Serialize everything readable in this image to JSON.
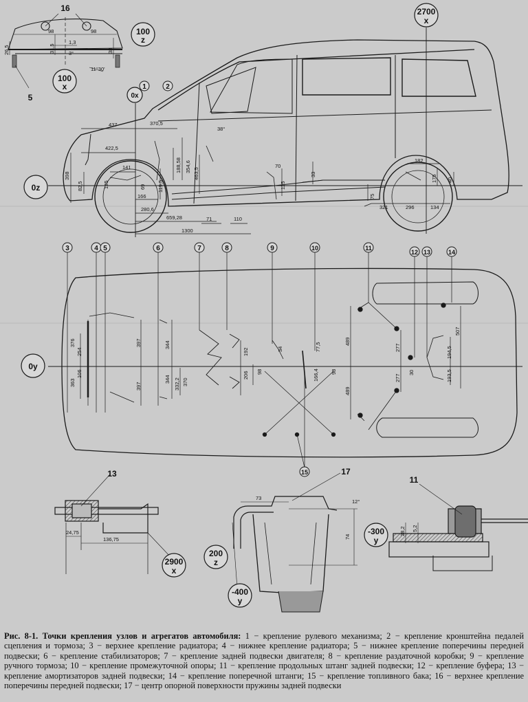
{
  "caption": {
    "title": "Рис. 8-1. Точки крепления узлов и агрегатов автомобиля:",
    "text": "1 − крепление рулевого механизма; 2 − крепление кронштейна педалей сцепления и тормоза; 3 − верхнее крепление радиатора; 4 − нижнее крепление радиатора; 5 − нижнее крепление поперечины передней подвески; 6 − крепление стабилизаторов; 7 − крепление задней подвески двигателя; 8 − крепление раздаточной коробки; 9 − крепление ручного тормоза; 10 − крепление промежуточной опоры; 11 − крепление продольных штанг задней подвески; 12 − крепление буфера; 13 − крепление амортизаторов задней подвески; 14 − крепление поперечной штанги; 15 − крепление топливного бака; 16 − верхнее крепление поперечины передней подвески; 17 − центр опорной поверхности пружины задней подвески"
  },
  "coords": {
    "x2700": {
      "value": "2700",
      "axis": "x"
    },
    "z100": {
      "value": "100",
      "axis": "z"
    },
    "x100": {
      "value": "100",
      "axis": "x"
    },
    "ox": {
      "value": "0x"
    },
    "oz": {
      "value": "0z"
    },
    "oy": {
      "value": "0y"
    },
    "x2900": {
      "value": "2900",
      "axis": "x"
    },
    "z200": {
      "value": "200",
      "axis": "z"
    },
    "y400": {
      "value": "-400",
      "axis": "y"
    },
    "y300": {
      "value": "-300",
      "axis": "y"
    }
  },
  "callouts": {
    "c1": "1",
    "c2": "2",
    "c3": "3",
    "c4": "4",
    "c5": "5",
    "c6": "6",
    "c7": "7",
    "c8": "8",
    "c9": "9",
    "c10": "10",
    "c11": "11",
    "c12": "12",
    "c13": "13",
    "c14": "14",
    "c15": "15",
    "c16": "16",
    "c5b": "5",
    "c13b": "13",
    "c17": "17",
    "c11b": "11"
  },
  "dims_side": {
    "d437": "437",
    "d370_5": "370,5",
    "d422_5": "422,5",
    "d141": "141",
    "d398": "398",
    "d82_5": "82,5",
    "d125": "125",
    "d69": "69",
    "d166": "166",
    "d280_6": "280,6",
    "d659_28": "659,28",
    "d1300": "1300",
    "d119_5": "119,5",
    "d188_58": "188,58",
    "d354_6": "354,6",
    "d463_5": "463,5",
    "d38": "38°",
    "d71": "71",
    "d110": "110",
    "d70": "70",
    "d33": "33",
    "d125b": "125",
    "d75": "75",
    "d321": "321",
    "d296": "296",
    "d134": "134",
    "d182": "182",
    "d175": "175",
    "d40": "40"
  },
  "dims_plan": {
    "p376": "376",
    "p254": "254",
    "p106": "106",
    "p363": "363",
    "p397a": "397",
    "p397b": "397",
    "p344a": "344",
    "p344b": "344",
    "p332_2": "332,2",
    "p370": "370",
    "p192": "192",
    "p206": "206",
    "p98a": "98",
    "p34": "34",
    "p77_5": "77,5",
    "p166_4": "166,4",
    "p98b": "98",
    "p489a": "489",
    "p489b": "489",
    "p277a": "277",
    "p277b": "277",
    "p30": "30",
    "p507": "507",
    "p194_5": "194,5",
    "p193_5": "193,5"
  },
  "dims_detail": {
    "t98a": "98",
    "t98b": "98",
    "t1_3": "1,3",
    "t26_5": "26,5",
    "t31_5": "31,5",
    "t3": "3°",
    "t38": "38",
    "t11_30": "11°30'",
    "b24_75": "24,75",
    "b136_75": "136,75",
    "s73": "73",
    "s12": "12°",
    "s74": "74",
    "r28_2": "28,2",
    "r5_2": "5,2"
  }
}
